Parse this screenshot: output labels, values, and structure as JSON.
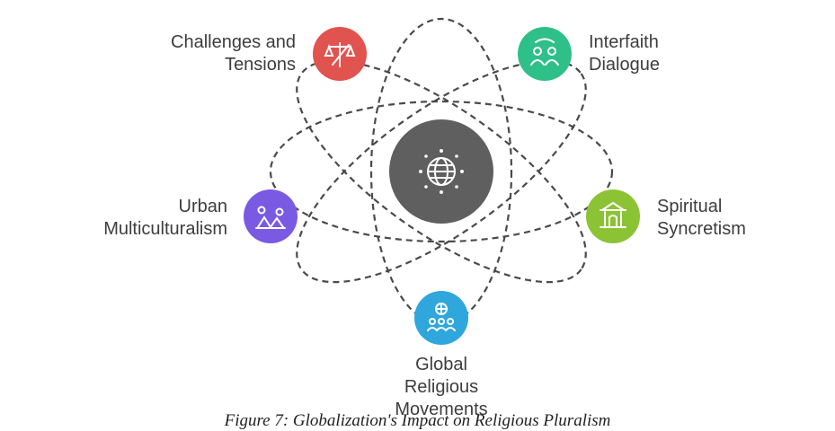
{
  "diagram": {
    "center": {
      "icon": "globe-icon",
      "color": "#5f5f5f"
    },
    "nodes": [
      {
        "id": "challenges",
        "lines": [
          "Challenges and",
          "Tensions"
        ],
        "icon": "broken-scale-icon",
        "color": "#e0534f"
      },
      {
        "id": "interfaith",
        "lines": [
          "Interfaith",
          "Dialogue"
        ],
        "icon": "people-dialogue-icon",
        "color": "#2fc089"
      },
      {
        "id": "syncretism",
        "lines": [
          "Spiritual",
          "Syncretism"
        ],
        "icon": "temple-icon",
        "color": "#8cc335"
      },
      {
        "id": "urban",
        "lines": [
          "Urban",
          "Multiculturalism"
        ],
        "icon": "map-route-icon",
        "color": "#7a5ae3"
      },
      {
        "id": "global",
        "lines": [
          "Global",
          "Religious",
          "Movements"
        ],
        "icon": "global-community-icon",
        "color": "#2fa7dc"
      }
    ]
  },
  "caption": "Figure 7: Globalization's Impact on Religious Pluralism"
}
